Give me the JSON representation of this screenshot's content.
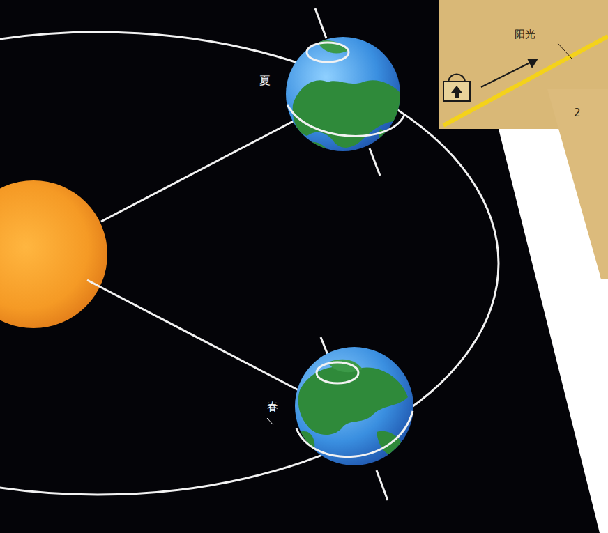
{
  "diagram": {
    "nodes": [
      {
        "text": [
          "阳光"
        ]
      },
      {
        "text": [
          "2"
        ]
      }
    ],
    "labels": [
      "夏",
      "春"
    ]
  }
}
